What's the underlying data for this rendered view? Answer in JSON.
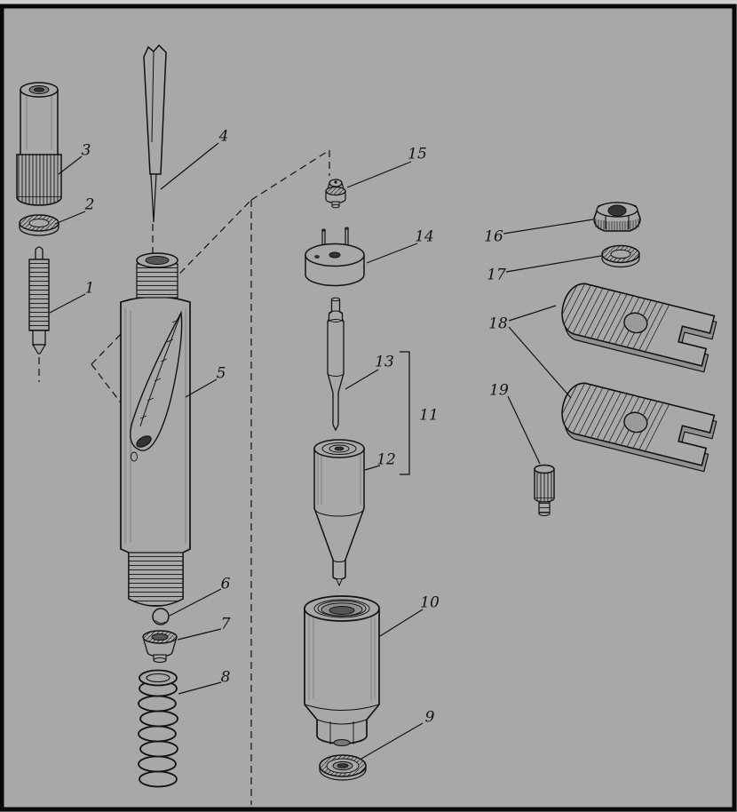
{
  "diagram": {
    "background_color": "#a8a8a8",
    "line_color": "#111111",
    "labels": {
      "1": "1",
      "2": "2",
      "3": "3",
      "4": "4",
      "5": "5",
      "6": "6",
      "7": "7",
      "8": "8",
      "9": "9",
      "10": "10",
      "11": "11",
      "12": "12",
      "13": "13",
      "14": "14",
      "15": "15",
      "16": "16",
      "17": "17",
      "18": "18",
      "19": "19"
    }
  }
}
